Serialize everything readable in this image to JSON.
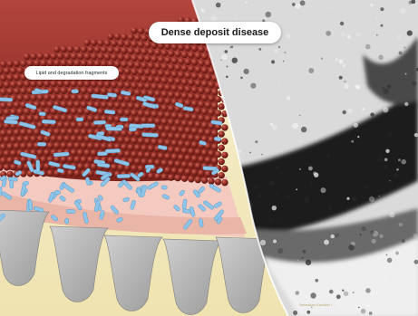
{
  "figure": {
    "title": "Dense deposit disease",
    "label": "Lipid and degradation fragments",
    "credit": "Sebastian Kaulitzki / ..."
  },
  "colors": {
    "background": "#ffffff",
    "matrix_red": "#a83428",
    "sphere_red": "#8e2a22",
    "fragment_blue": "#8ec4e8",
    "basement_membrane_pink": "#f3c9c0",
    "podocyte_grey": "#b9b9b9",
    "urinary_space_yellow": "#f4ecc4",
    "micrograph_dark": "#1c1c1c",
    "micrograph_light": "#d8d8d8"
  }
}
